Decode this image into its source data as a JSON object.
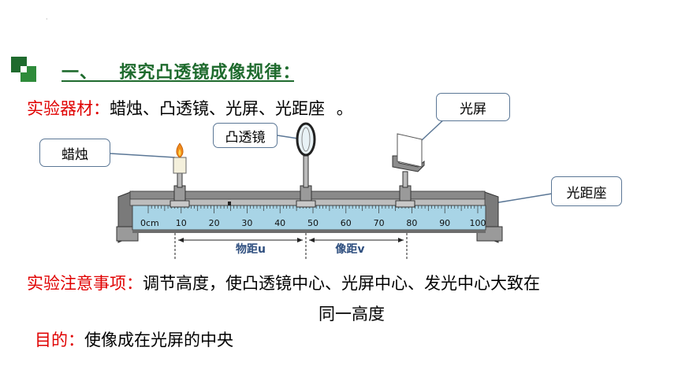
{
  "title": {
    "prefix": "一、",
    "text": "探究凸透镜成像规律："
  },
  "materials": {
    "label": "实验器材：",
    "items": "蜡烛、凸透镜、光屏、光距座",
    "trailing": "。"
  },
  "callouts": {
    "candle": "蜡烛",
    "lens": "凸透镜",
    "screen": "光屏",
    "bench": "光距座"
  },
  "ruler": {
    "tick_labels": [
      "0cm",
      "10",
      "20",
      "30",
      "40",
      "50",
      "60",
      "70",
      "80",
      "90",
      "100"
    ],
    "object_distance_label": "物距u",
    "image_distance_label": "像距v"
  },
  "notes": {
    "label": "实验注意事项：",
    "text_line1": "调节高度，使凸透镜中心、光屏中心、发光中心大致在",
    "text_line2": "同一高度"
  },
  "purpose": {
    "label": "目的：",
    "text": "使像成在光屏的中央"
  },
  "colors": {
    "title_green": "#1f6b2e",
    "label_red": "#e00000",
    "callout_border": "#5b7796",
    "ruler_blue": "#a8d4e6"
  },
  "icons": [
    "title-bullet-icon",
    "candle-icon",
    "lens-icon",
    "screen-icon",
    "optical-bench-icon"
  ]
}
